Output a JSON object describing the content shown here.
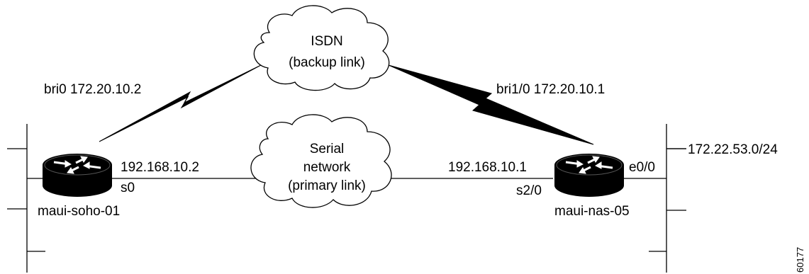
{
  "clouds": {
    "isdn": {
      "line1": "ISDN",
      "line2": "(backup link)"
    },
    "serial": {
      "line1": "Serial",
      "line2": "network",
      "line3": "(primary link)"
    }
  },
  "routers": {
    "left": {
      "hostname": "maui-soho-01",
      "bri_label": "bri0 172.20.10.2",
      "serial_ip": "192.168.10.2",
      "serial_interface": "s0"
    },
    "right": {
      "hostname": "maui-nas-05",
      "bri_label": "bri1/0 172.20.10.1",
      "serial_ip": "192.168.10.1",
      "serial_interface": "s2/0",
      "ethernet_interface": "e0/0",
      "lan_subnet": "172.22.53.0/24"
    }
  },
  "figure_id": "60177",
  "colors": {
    "line": "#000000",
    "cloud_fill": "#ffffff"
  }
}
